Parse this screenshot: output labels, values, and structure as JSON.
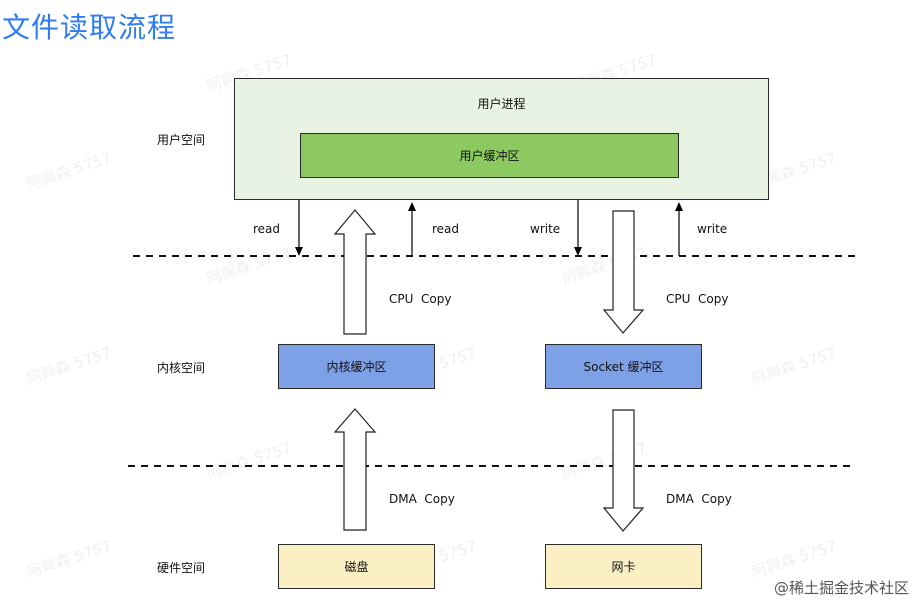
{
  "title": "文件读取流程",
  "zones": {
    "user": "用户空间",
    "kernel": "内核空间",
    "hardware": "硬件空间"
  },
  "boxes": {
    "user_process": "用户进程",
    "user_buffer": "用户缓冲区",
    "kernel_buffer": "内核缓冲区",
    "socket_buffer": "Socket 缓冲区",
    "disk": "磁盘",
    "nic": "网卡"
  },
  "arrows": {
    "read_left": "read",
    "read_right": "read",
    "write_left": "write",
    "write_right": "write",
    "cpu_copy_left": "CPU  Copy",
    "cpu_copy_right": "CPU  Copy",
    "dma_copy_left": "DMA  Copy",
    "dma_copy_right": "DMA  Copy"
  },
  "watermark": "阿興森 5757",
  "footer": "@稀土掘金技术社区",
  "colors": {
    "title": "#2f7cf6",
    "user_process_bg": "#e8f3e3",
    "user_buffer_bg": "#8cc960",
    "kernel_buffer_bg": "#7ea0e6",
    "hardware_bg": "#fbf0c4"
  }
}
